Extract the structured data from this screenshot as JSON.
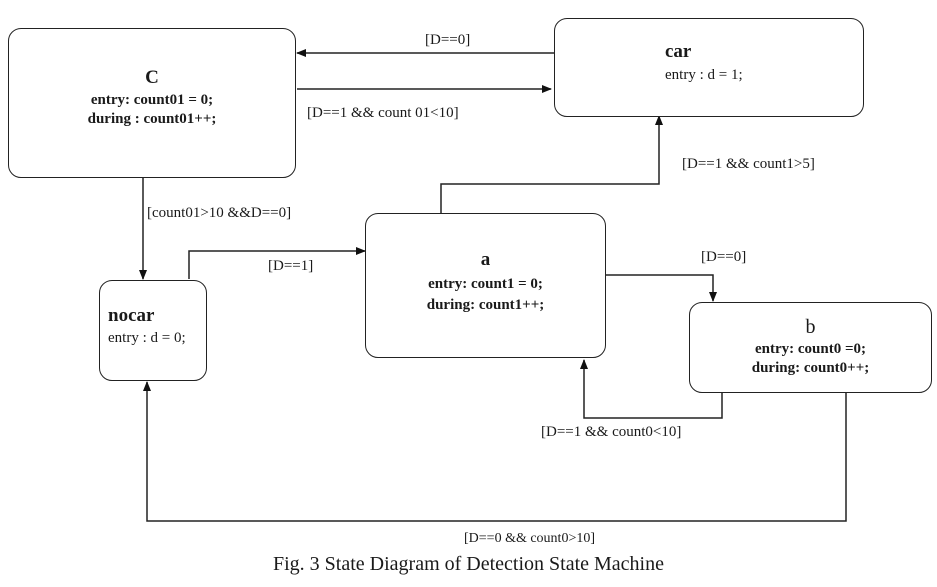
{
  "states": {
    "C": {
      "name": "C",
      "entry": "entry: count01 = 0;",
      "during": "during : count01++;"
    },
    "car": {
      "name": "car",
      "entry": "entry : d = 1;"
    },
    "nocar": {
      "name": "nocar",
      "entry": "entry : d = 0;"
    },
    "a": {
      "name": "a",
      "entry": "entry: count1 = 0;",
      "during": "during: count1++;"
    },
    "b": {
      "name": "b",
      "entry": "entry: count0 =0;",
      "during": "during: count0++;"
    }
  },
  "transitions": {
    "car_to_C": "[D==0]",
    "C_to_car": "[D==1 && count 01<10]",
    "C_to_nocar": "[count01>10 &&D==0]",
    "nocar_to_a": "[D==1]",
    "a_to_car": "[D==1 && count1>5]",
    "a_to_b": "[D==0]",
    "b_to_a": "[D==1 && count0<10]",
    "b_to_nocar": "[D==0 && count0>10]"
  },
  "caption": "Fig. 3 State Diagram of Detection State Machine"
}
